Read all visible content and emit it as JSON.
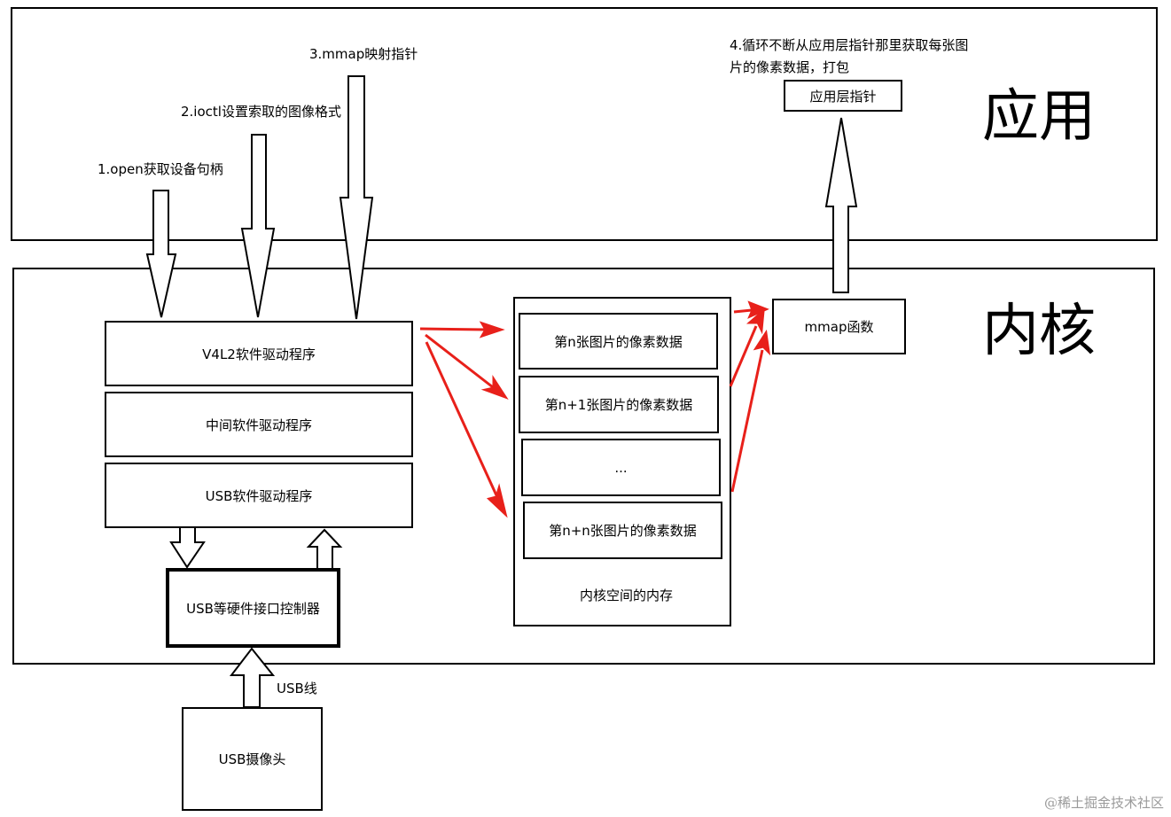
{
  "layers": {
    "app": "应用",
    "kernel": "内核"
  },
  "steps": {
    "step1": "1.open获取设备句柄",
    "step2": "2.ioctl设置索取的图像格式",
    "step3": "3.mmap映射指针",
    "step4_line1": "4.循环不断从应用层指针那里获取每张图",
    "step4_line2": "片的像素数据，打包"
  },
  "boxes": {
    "app_pointer": "应用层指针",
    "v4l2_driver": "V4L2软件驱动程序",
    "middle_driver": "中间软件驱动程序",
    "usb_driver": "USB软件驱动程序",
    "usb_controller": "USB等硬件接口控制器",
    "usb_camera": "USB摄像头",
    "mmap_func": "mmap函数"
  },
  "memory": {
    "frame_n": "第n张图片的像素数据",
    "frame_n1": "第n+1张图片的像素数据",
    "ellipsis": "...",
    "frame_nn": "第n+n张图片的像素数据",
    "caption": "内核空间的内存"
  },
  "usb_wire_label": "USB线",
  "watermark": "@稀土掘金技术社区",
  "colors": {
    "line": "#000000",
    "red_arrow": "#e8201a",
    "watermark": "#9a9a9a"
  }
}
